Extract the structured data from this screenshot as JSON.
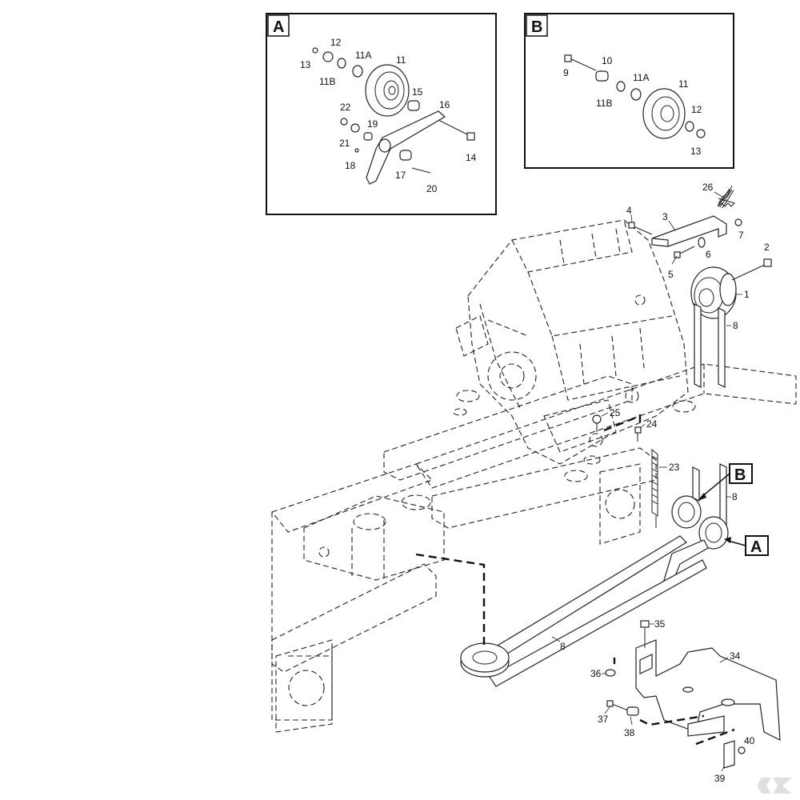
{
  "detail_boxes": [
    {
      "id": "A",
      "label": "A",
      "parts": [
        "13",
        "12",
        "11A",
        "11",
        "11B",
        "15",
        "16",
        "22",
        "19",
        "21",
        "18",
        "17",
        "20",
        "14"
      ]
    },
    {
      "id": "B",
      "label": "B",
      "parts": [
        "9",
        "10",
        "11A",
        "11",
        "11B",
        "12",
        "13"
      ]
    }
  ],
  "callouts": [
    {
      "id": "B",
      "label": "B"
    },
    {
      "id": "A",
      "label": "A"
    }
  ],
  "main_labels": [
    "26",
    "4",
    "3",
    "7",
    "6",
    "2",
    "5",
    "1",
    "8",
    "25",
    "24",
    "23",
    "8",
    "8",
    "35",
    "34",
    "36",
    "37",
    "38",
    "40",
    "39"
  ],
  "watermark": "K"
}
